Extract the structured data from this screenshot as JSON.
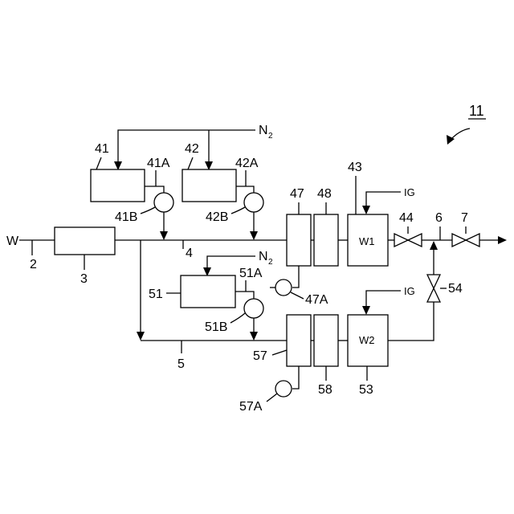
{
  "figure": {
    "number": "11"
  },
  "streams": {
    "w": "W",
    "n2_top": "N",
    "n2_top_sub": "2",
    "n2_mid": "N",
    "n2_mid_sub": "2",
    "ig_top": "IG",
    "ig_bottom": "IG"
  },
  "refs": {
    "r2": "2",
    "r3": "3",
    "r4": "4",
    "r5": "5",
    "r6": "6",
    "r7": "7",
    "r41": "41",
    "r41a": "41A",
    "r41b": "41B",
    "r42": "42",
    "r42a": "42A",
    "r42b": "42B",
    "r43": "43",
    "r44": "44",
    "r47": "47",
    "r47a": "47A",
    "r48": "48",
    "r51": "51",
    "r51a": "51A",
    "r51b": "51B",
    "r53": "53",
    "r54": "54",
    "r57": "57",
    "r57a": "57A",
    "r58": "58"
  },
  "boxes": {
    "w1": "W1",
    "w2": "W2"
  }
}
